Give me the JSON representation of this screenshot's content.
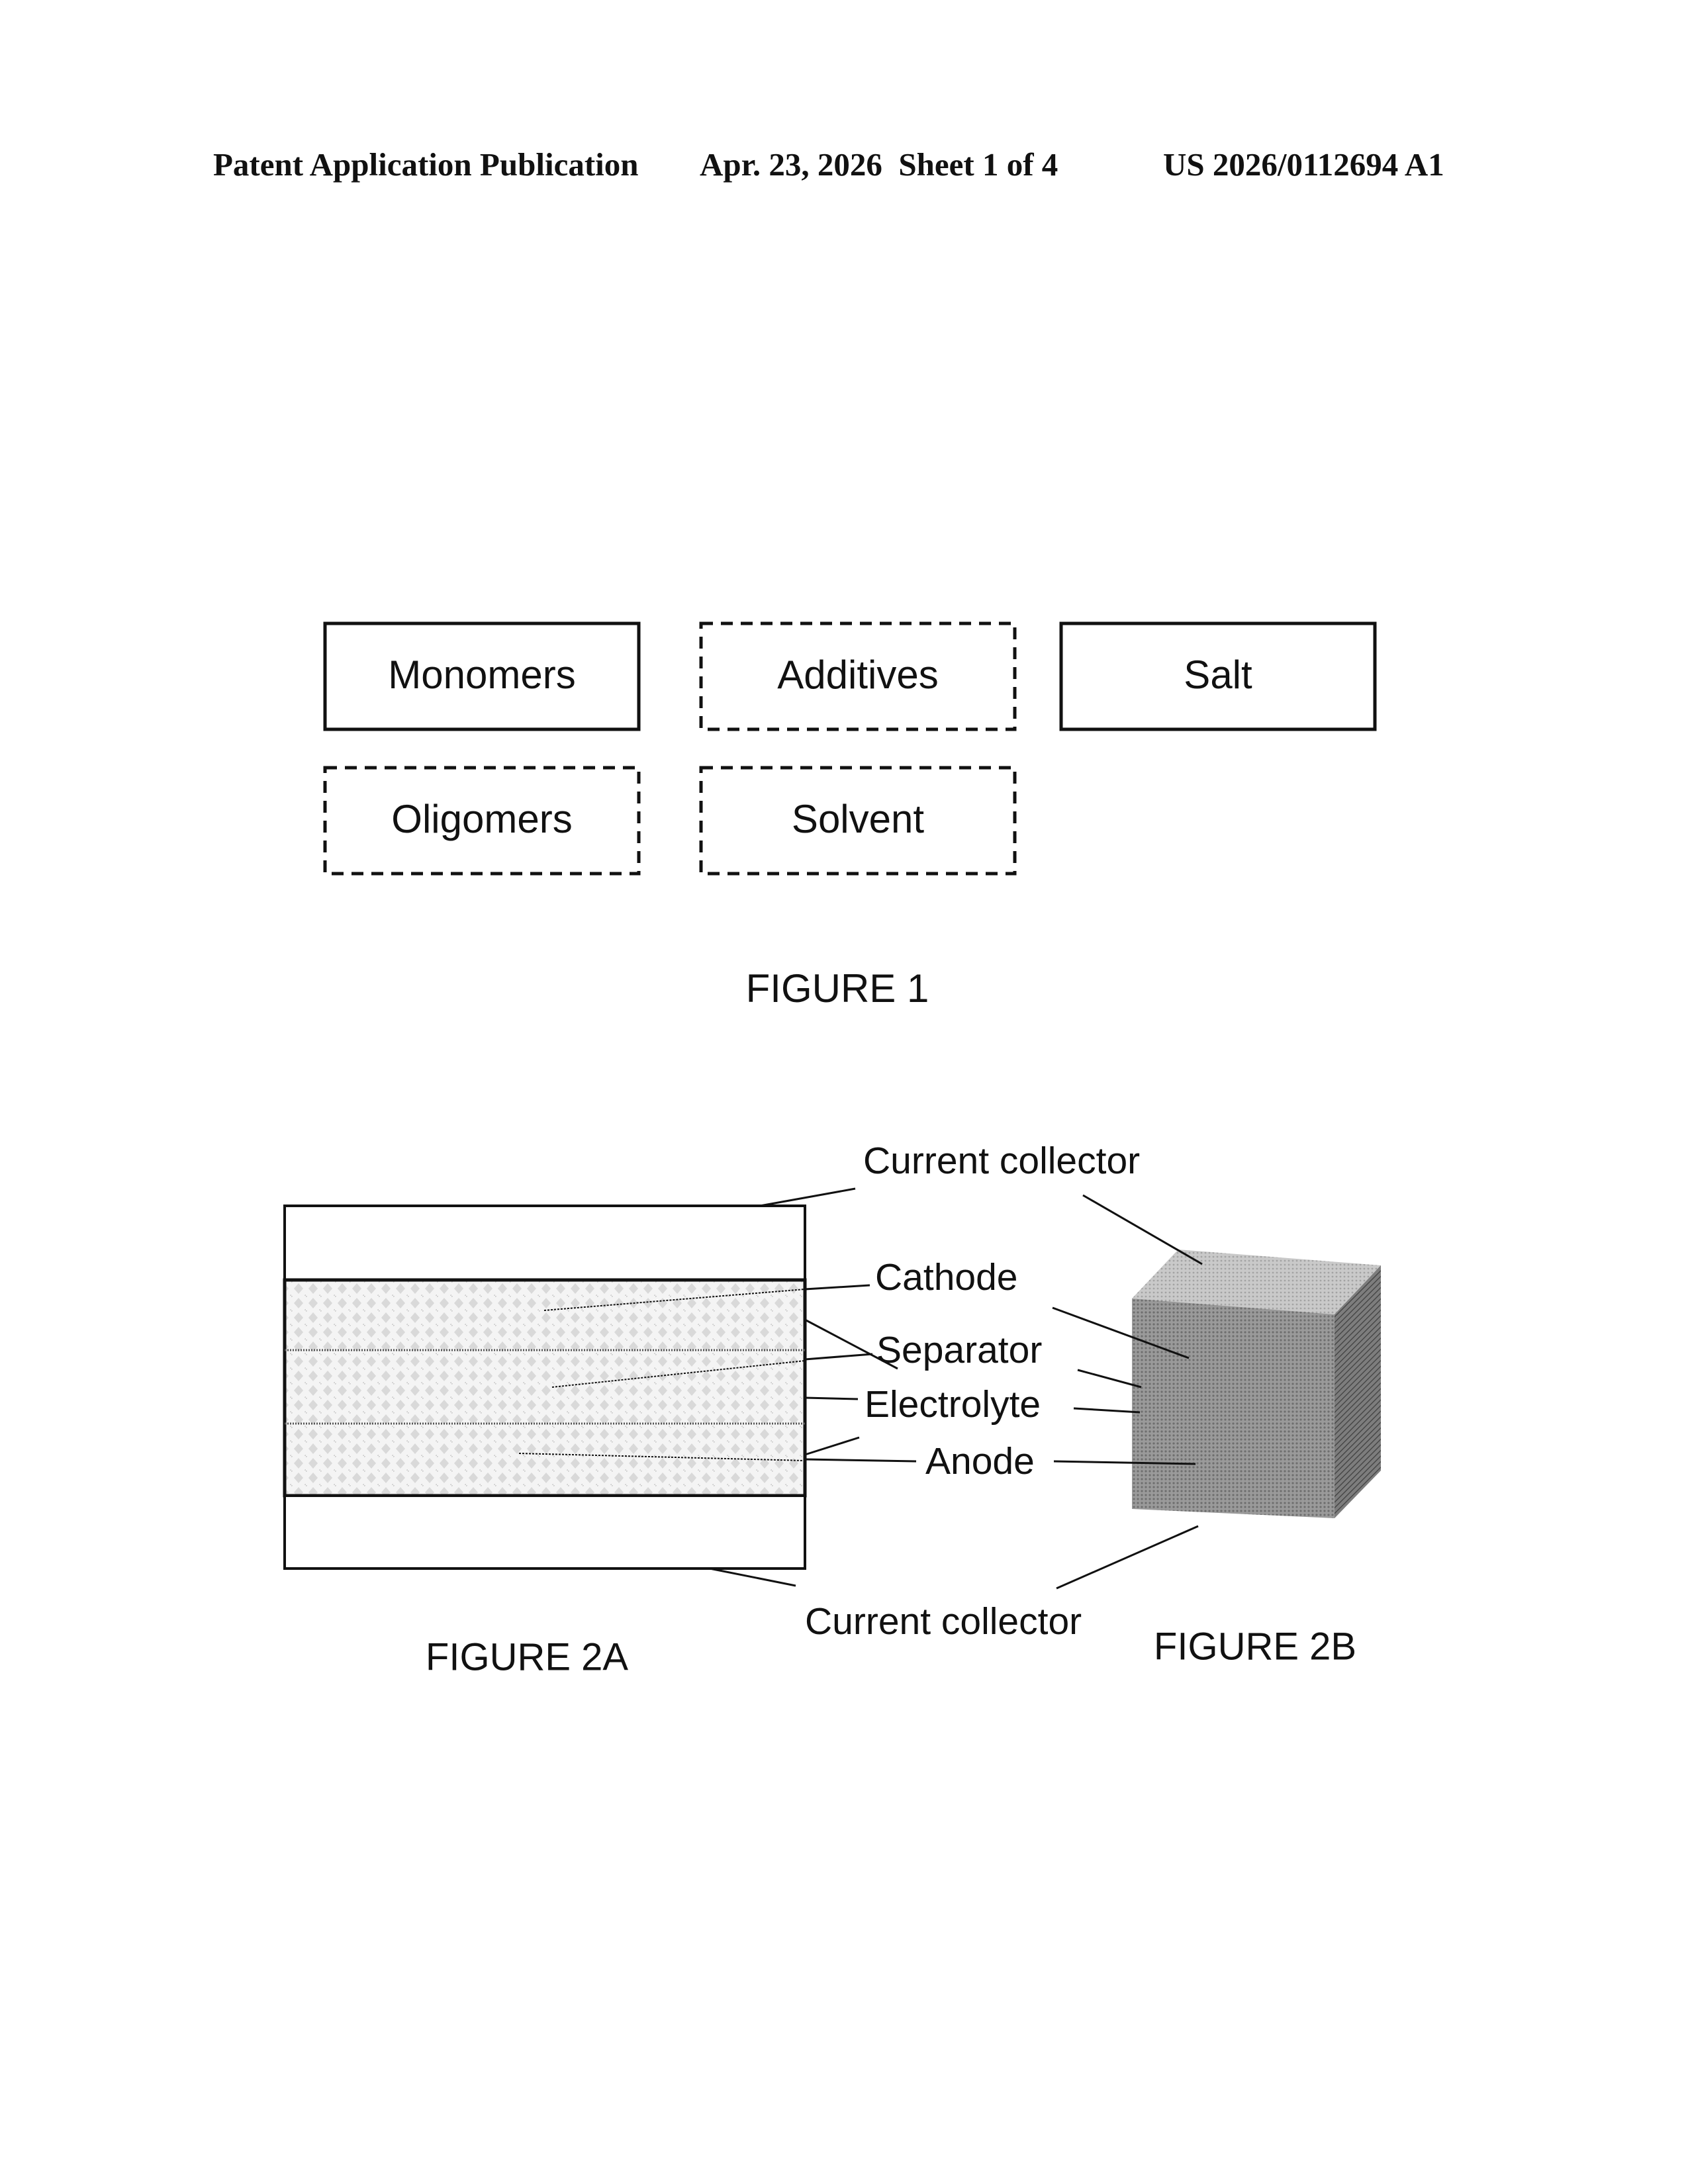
{
  "header": {
    "left": "Patent Application Publication",
    "middle": "Apr. 23, 2026  Sheet 1 of 4",
    "right": "US 2026/0112694 A1"
  },
  "figure1": {
    "boxes": [
      {
        "label": "Monomers",
        "style": "solid"
      },
      {
        "label": "Additives",
        "style": "dashed"
      },
      {
        "label": "Salt",
        "style": "solid"
      },
      {
        "label": "Oligomers",
        "style": "dashed"
      },
      {
        "label": "Solvent",
        "style": "dashed"
      }
    ],
    "caption": "FIGURE 1"
  },
  "figure2": {
    "labels": {
      "current_collector_top": "Current collector",
      "cathode": "Cathode",
      "separator": "Separator",
      "electrolyte": "Electrolyte",
      "anode": "Anode",
      "current_collector_bottom": "Current collector"
    },
    "caption_a": "FIGURE 2A",
    "caption_b": "FIGURE 2B"
  }
}
